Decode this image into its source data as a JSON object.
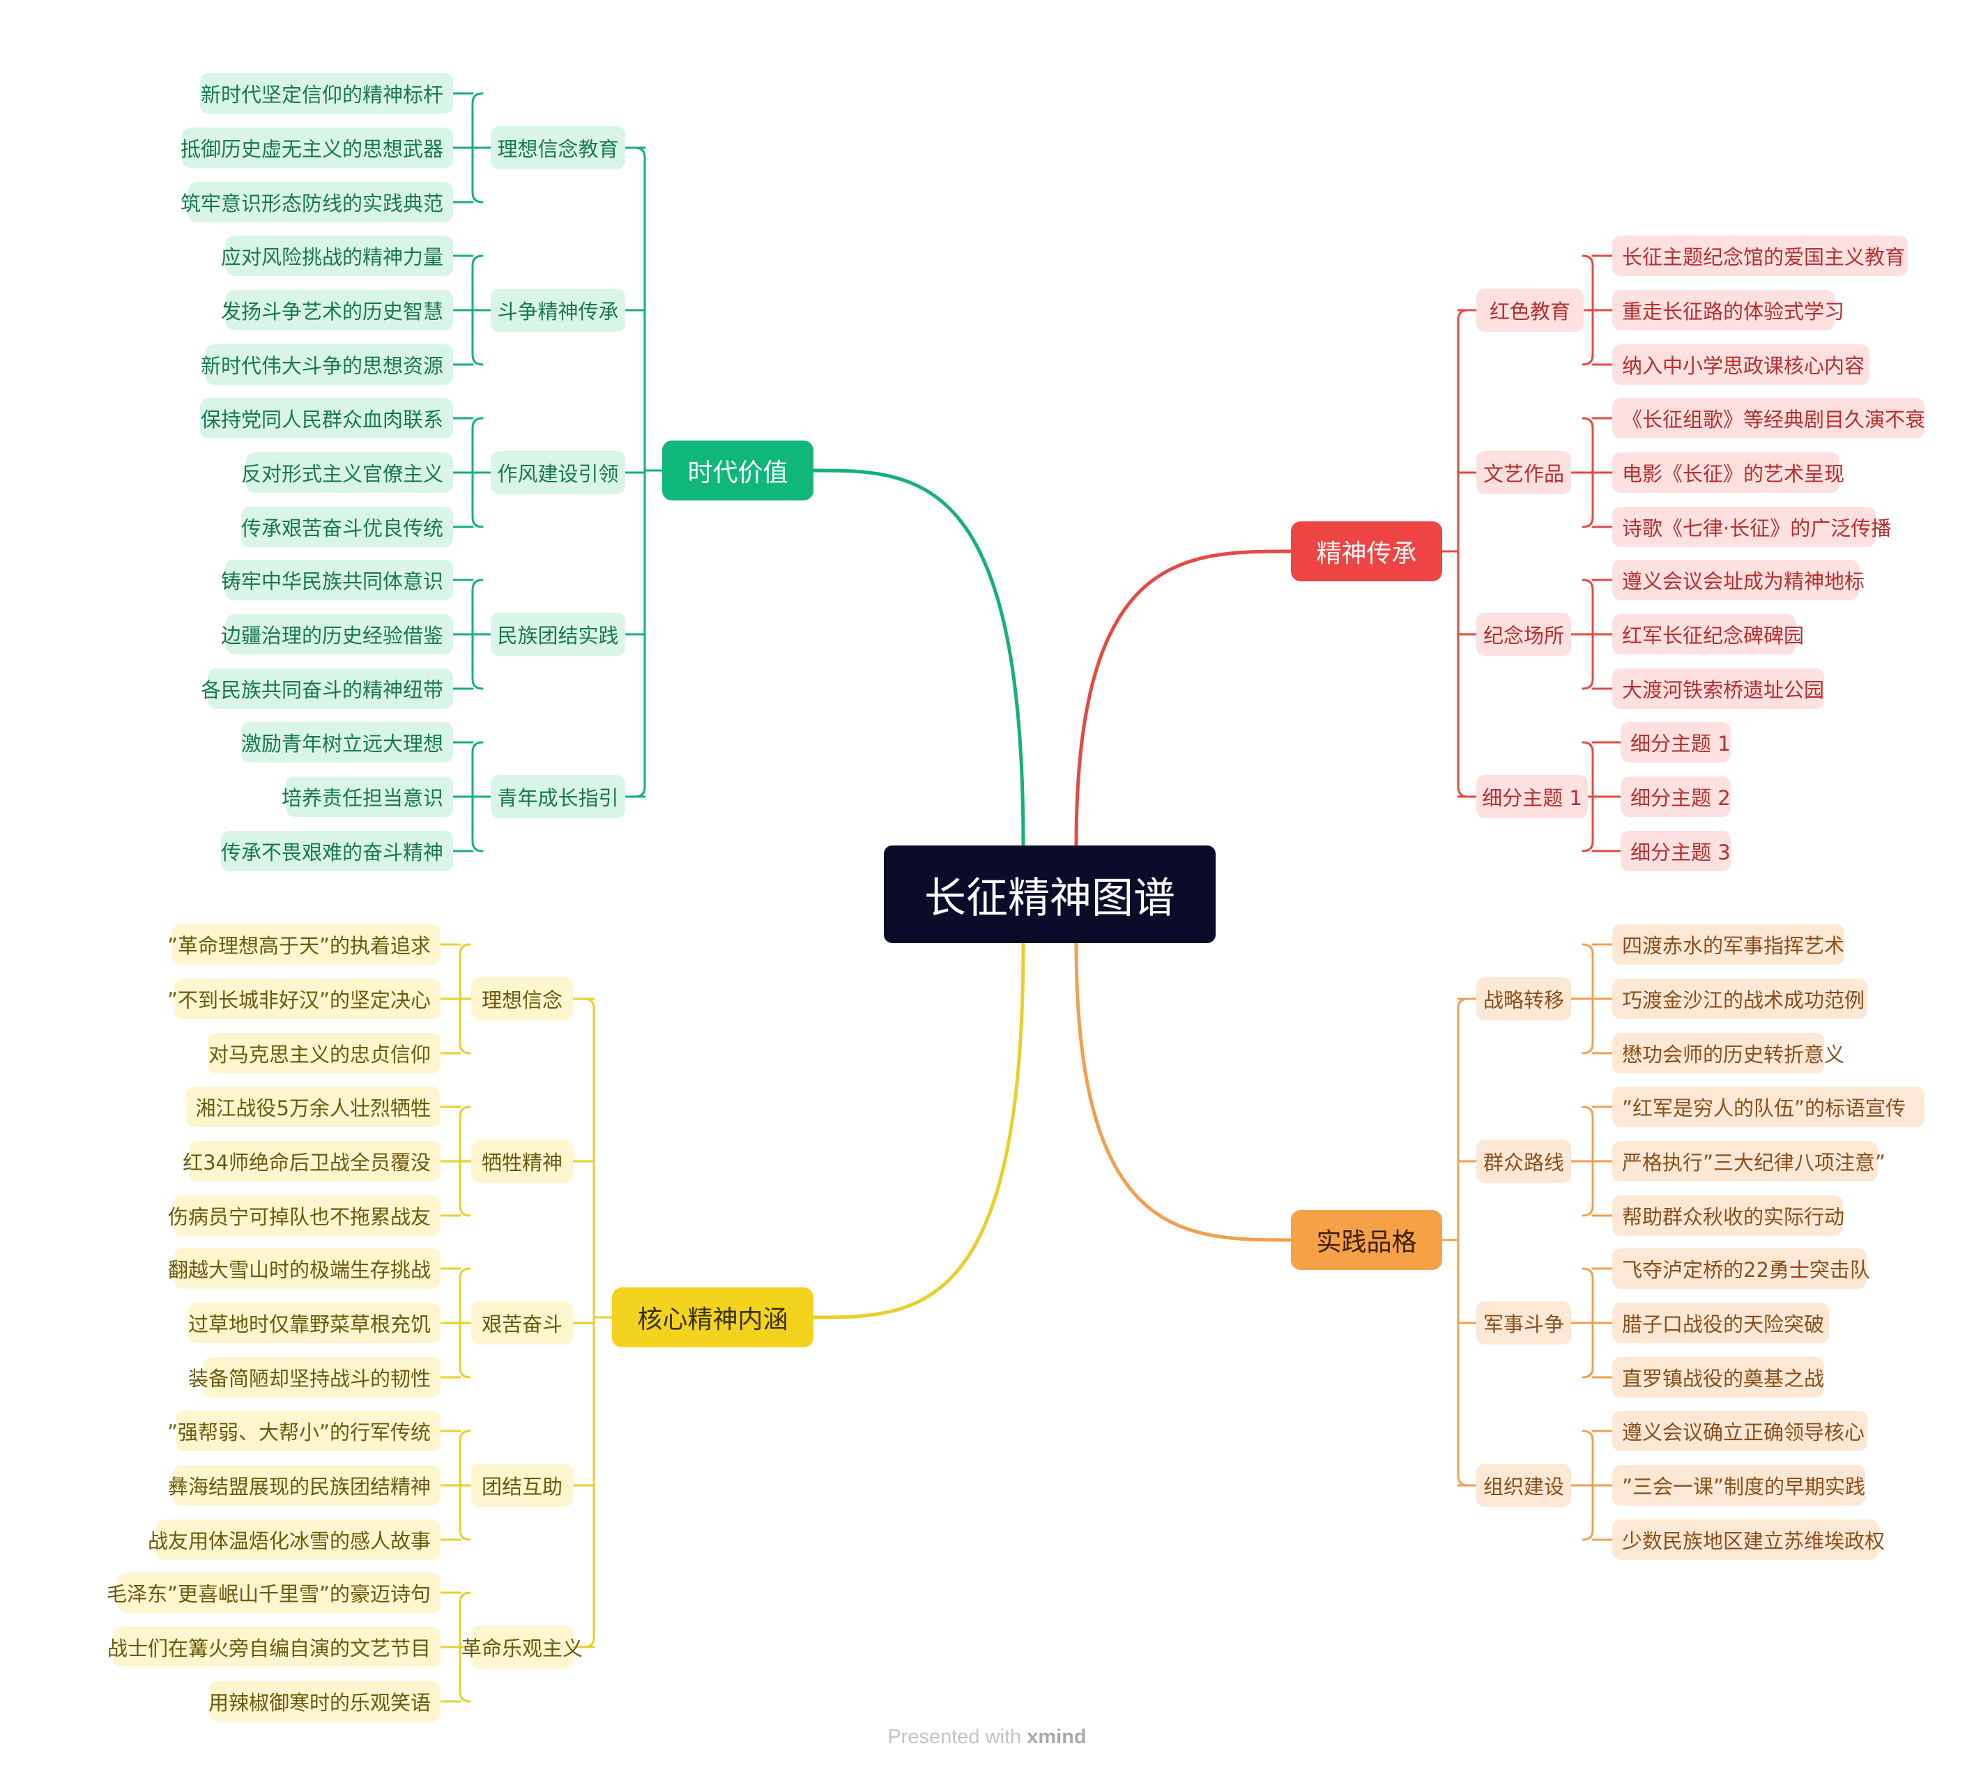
{
  "root": "长征精神图谱",
  "footer": {
    "prefix": "Presented with ",
    "brand": "xmind"
  },
  "branches": [
    {
      "key": "time",
      "title": "时代价值",
      "colors": {
        "main_bg": "#0fb77a",
        "main_text": "#ffffff",
        "line": "#16b07a",
        "sub_bg": "#d8f5e8",
        "leaf_bg": "#d8f5e8",
        "text": "#19784f"
      },
      "subtopics": [
        {
          "title": "理想信念教育",
          "items": [
            "新时代坚定信仰的精神标杆",
            "抵御历史虚无主义的思想武器",
            "筑牢意识形态防线的实践典范"
          ]
        },
        {
          "title": "斗争精神传承",
          "items": [
            "应对风险挑战的精神力量",
            "发扬斗争艺术的历史智慧",
            "新时代伟大斗争的思想资源"
          ]
        },
        {
          "title": "作风建设引领",
          "items": [
            "保持党同人民群众血肉联系",
            "反对形式主义官僚主义",
            "传承艰苦奋斗优良传统"
          ]
        },
        {
          "title": "民族团结实践",
          "items": [
            "铸牢中华民族共同体意识",
            "边疆治理的历史经验借鉴",
            "各民族共同奋斗的精神纽带"
          ]
        },
        {
          "title": "青年成长指引",
          "items": [
            "激励青年树立远大理想",
            "培养责任担当意识",
            "传承不畏艰难的奋斗精神"
          ]
        }
      ]
    },
    {
      "key": "inherit",
      "title": "精神传承",
      "colors": {
        "main_bg": "#ef4444",
        "main_text": "#ffffff",
        "line": "#e34a43",
        "sub_bg": "#fde0e0",
        "leaf_bg": "#fde0e0",
        "text": "#b4302e"
      },
      "subtopics": [
        {
          "title": "红色教育",
          "items": [
            "长征主题纪念馆的爱国主义教育",
            "重走长征路的体验式学习",
            "纳入中小学思政课核心内容"
          ]
        },
        {
          "title": "文艺作品",
          "items": [
            "《长征组歌》等经典剧目久演不衰",
            "电影《长征》的艺术呈现",
            "诗歌《七律·长征》的广泛传播"
          ]
        },
        {
          "title": "纪念场所",
          "items": [
            "遵义会议会址成为精神地标",
            "红军长征纪念碑碑园",
            "大渡河铁索桥遗址公园"
          ]
        },
        {
          "title": "细分主题 1",
          "items": [
            "细分主题 1",
            "细分主题 2",
            "细分主题 3"
          ]
        }
      ]
    },
    {
      "key": "core",
      "title": "核心精神内涵",
      "colors": {
        "main_bg": "#f4d31f",
        "main_text": "#3a3000",
        "line": "#e9cf2b",
        "sub_bg": "#fdf6cf",
        "leaf_bg": "#fdf6cf",
        "text": "#6b5a0c"
      },
      "subtopics": [
        {
          "title": "理想信念",
          "items": [
            "”革命理想高于天”的执着追求",
            "”不到长城非好汉”的坚定决心",
            "对马克思主义的忠贞信仰"
          ]
        },
        {
          "title": "牺牲精神",
          "items": [
            "湘江战役5万余人壮烈牺牲",
            "红34师绝命后卫战全员覆没",
            "伤病员宁可掉队也不拖累战友"
          ]
        },
        {
          "title": "艰苦奋斗",
          "items": [
            "翻越大雪山时的极端生存挑战",
            "过草地时仅靠野菜草根充饥",
            "装备简陋却坚持战斗的韧性"
          ]
        },
        {
          "title": "团结互助",
          "items": [
            "”强帮弱、大帮小”的行军传统",
            "彝海结盟展现的民族团结精神",
            "战友用体温焐化冰雪的感人故事"
          ]
        },
        {
          "title": "革命乐观主义",
          "items": [
            "毛泽东”更喜岷山千里雪”的豪迈诗句",
            "战士们在篝火旁自编自演的文艺节目",
            "用辣椒御寒时的乐观笑语"
          ]
        }
      ]
    },
    {
      "key": "practice",
      "title": "实践品格",
      "colors": {
        "main_bg": "#f6a048",
        "main_text": "#3a1f00",
        "line": "#f0a050",
        "sub_bg": "#fde8d6",
        "leaf_bg": "#fde8d6",
        "text": "#8a4f1a"
      },
      "subtopics": [
        {
          "title": "战略转移",
          "items": [
            "四渡赤水的军事指挥艺术",
            "巧渡金沙江的战术成功范例",
            "懋功会师的历史转折意义"
          ]
        },
        {
          "title": "群众路线",
          "items": [
            "”红军是穷人的队伍”的标语宣传",
            "严格执行”三大纪律八项注意”",
            "帮助群众秋收的实际行动"
          ]
        },
        {
          "title": "军事斗争",
          "items": [
            "飞夺泸定桥的22勇士突击队",
            "腊子口战役的天险突破",
            "直罗镇战役的奠基之战"
          ]
        },
        {
          "title": "组织建设",
          "items": [
            "遵义会议确立正确领导核心",
            "”三会一课”制度的早期实践",
            "少数民族地区建立苏维埃政权"
          ]
        }
      ]
    }
  ]
}
